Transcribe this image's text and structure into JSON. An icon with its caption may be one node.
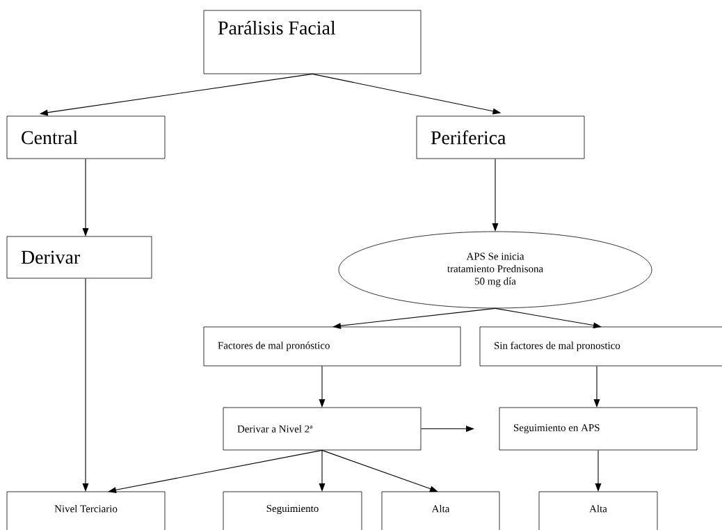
{
  "diagram": {
    "nodes": [
      {
        "text": [
          "Parálisis Facial"
        ]
      },
      {
        "text": [
          "Central"
        ]
      },
      {
        "text": [
          "Periferica"
        ]
      },
      {
        "text": [
          "Derivar"
        ]
      },
      {
        "text": [
          "APS Se inicia tratamiento Prednisona 50 mg día"
        ]
      },
      {
        "text": [
          "Factores de mal pronóstico"
        ]
      },
      {
        "text": [
          "Sin factores de mal pronostico"
        ]
      },
      {
        "text": [
          "Derivar a Nivel  2ª"
        ]
      },
      {
        "text": [
          "Seguimiento en APS"
        ]
      },
      {
        "text": [
          "Nivel Terciario"
        ]
      },
      {
        "text": [
          "Seguimiento"
        ]
      },
      {
        "text": [
          "Alta"
        ]
      },
      {
        "text": [
          "Alta"
        ]
      }
    ],
    "edges": [
      {
        "from": 0,
        "to": 1,
        "arrow": "to"
      },
      {
        "from": 0,
        "to": 2,
        "arrow": "to"
      },
      {
        "from": 1,
        "to": 3,
        "arrow": "to"
      },
      {
        "from": 3,
        "to": 9,
        "arrow": "to"
      },
      {
        "from": 2,
        "to": 4,
        "arrow": "to"
      },
      {
        "from": 4,
        "to": 5,
        "arrow": "to"
      },
      {
        "from": 4,
        "to": 6,
        "arrow": "to"
      },
      {
        "from": 5,
        "to": 7,
        "arrow": "to"
      },
      {
        "from": 6,
        "to": 8,
        "arrow": "to"
      },
      {
        "from": 7,
        "to": 8,
        "arrow": "to"
      },
      {
        "from": 7,
        "to": 9,
        "arrow": "to"
      },
      {
        "from": 7,
        "to": 10,
        "arrow": "to"
      },
      {
        "from": 7,
        "to": 11,
        "arrow": "to"
      },
      {
        "from": 8,
        "to": 12,
        "arrow": "to"
      }
    ]
  }
}
